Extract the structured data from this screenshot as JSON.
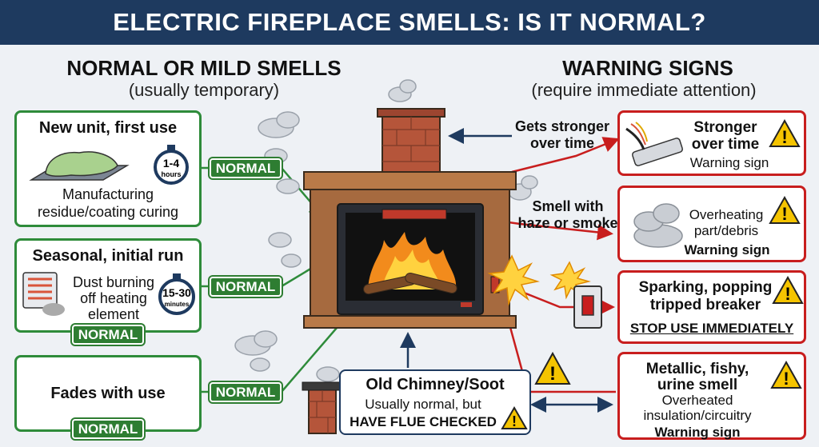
{
  "title": "ELECTRIC FIREPLACE SMELLS: IS IT NORMAL?",
  "left": {
    "heading": "NORMAL OR MILD SMELLS",
    "subheading": "(usually temporary)",
    "cards": [
      {
        "title": "New unit, first use",
        "timer": "1-4",
        "timer_unit": "hours",
        "desc_line1": "Manufacturing",
        "desc_line2": "residue/coating curing",
        "badge": "NORMAL"
      },
      {
        "title": "Seasonal, initial run",
        "timer": "15-30",
        "timer_unit": "minutes",
        "desc_line1": "Dust burning",
        "desc_line2": "off heating",
        "desc_line3": "element",
        "badge": "NORMAL",
        "badge2": "NORMAL"
      },
      {
        "title": "Fades with use",
        "badge": "NORMAL",
        "badge2": "NORMAL"
      }
    ]
  },
  "right": {
    "heading": "WARNING SIGNS",
    "subheading": "(require immediate attention)",
    "cards": [
      {
        "title_line1": "Stronger",
        "title_line2": "over time",
        "sub": "Warning sign"
      },
      {
        "line1": "Overheating",
        "line2": "part/debris",
        "sub": "Warning sign"
      },
      {
        "title_line1": "Sparking, popping",
        "title_line2": "tripped breaker",
        "sub": "STOP USE IMMEDIATELY"
      },
      {
        "title_line1": "Metallic, fishy,",
        "title_line2": "urine smell",
        "line1": "Overheated",
        "line2": "insulation/circuitry",
        "sub": "Warning sign"
      }
    ]
  },
  "center": {
    "label_stronger_line1": "Gets stronger",
    "label_stronger_line2": "over time",
    "label_haze_line1": "Smell with",
    "label_haze_line2": "haze or smoke",
    "chimney_title": "Old Chimney/Soot",
    "chimney_line1": "Usually normal, but",
    "chimney_line2": "HAVE FLUE CHECKED"
  },
  "colors": {
    "banner": "#1e3a5f",
    "normal": "#2e8b3a",
    "warning": "#c81e1e",
    "caution": "#f5c400",
    "brick": "#b5553a",
    "wood": "#a66a3f"
  },
  "icons": [
    "stopwatch-icon",
    "warning-triangle-icon",
    "smoke-cloud-icon",
    "power-strip-icon",
    "wall-switch-icon",
    "spark-icon",
    "chimney-icon"
  ]
}
